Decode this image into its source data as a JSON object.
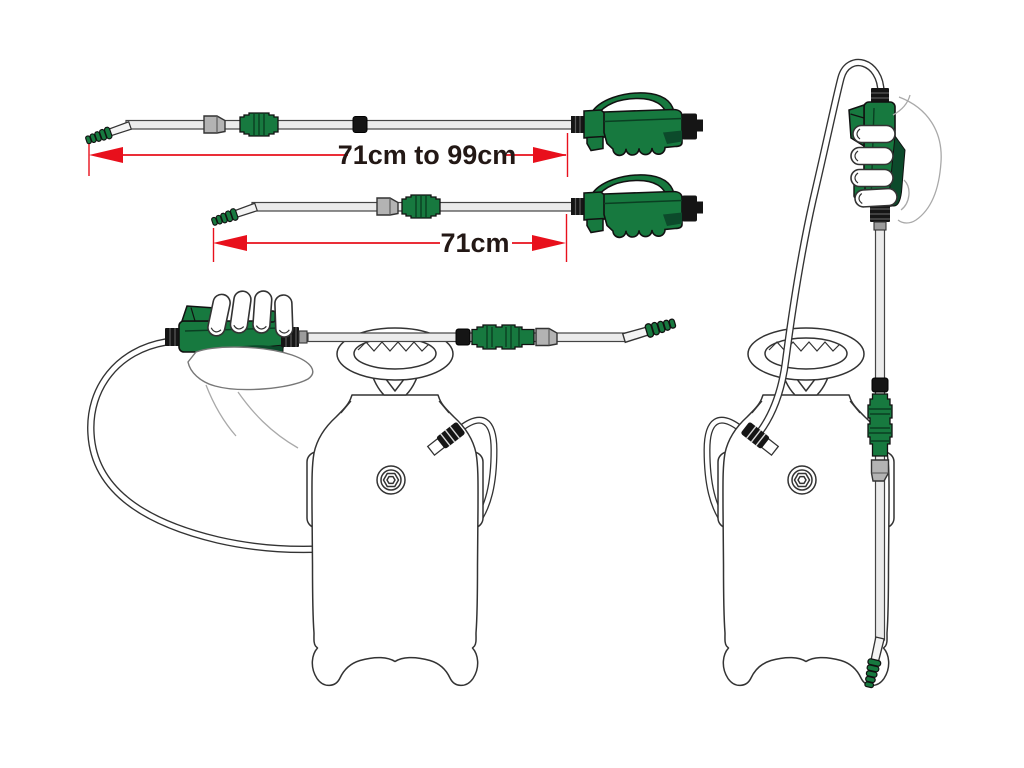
{
  "diagram": {
    "type": "product-illustration",
    "subject": "pressure-sprayer-with-telescopic-lance",
    "annotations": {
      "extended_length_label": "71cm to 99cm",
      "retracted_length_label": "71cm"
    },
    "figures": [
      {
        "name": "lance-extended",
        "caption_value": "71cm to 99cm"
      },
      {
        "name": "lance-retracted",
        "caption_value": "71cm"
      },
      {
        "name": "sprayer-in-use-horizontal"
      },
      {
        "name": "sprayer-upright-with-lance-stowed"
      }
    ],
    "colors": {
      "sprayer_green": "#17793f",
      "sprayer_green_dark": "#0c4a2b",
      "dimension_red": "#e8101c",
      "label_text": "#231815",
      "tube_gray": "#ebebeb",
      "clamp_gray": "#b3b3b3",
      "fitting_black": "#151515",
      "outline": "#333333",
      "background": "#ffffff"
    }
  }
}
